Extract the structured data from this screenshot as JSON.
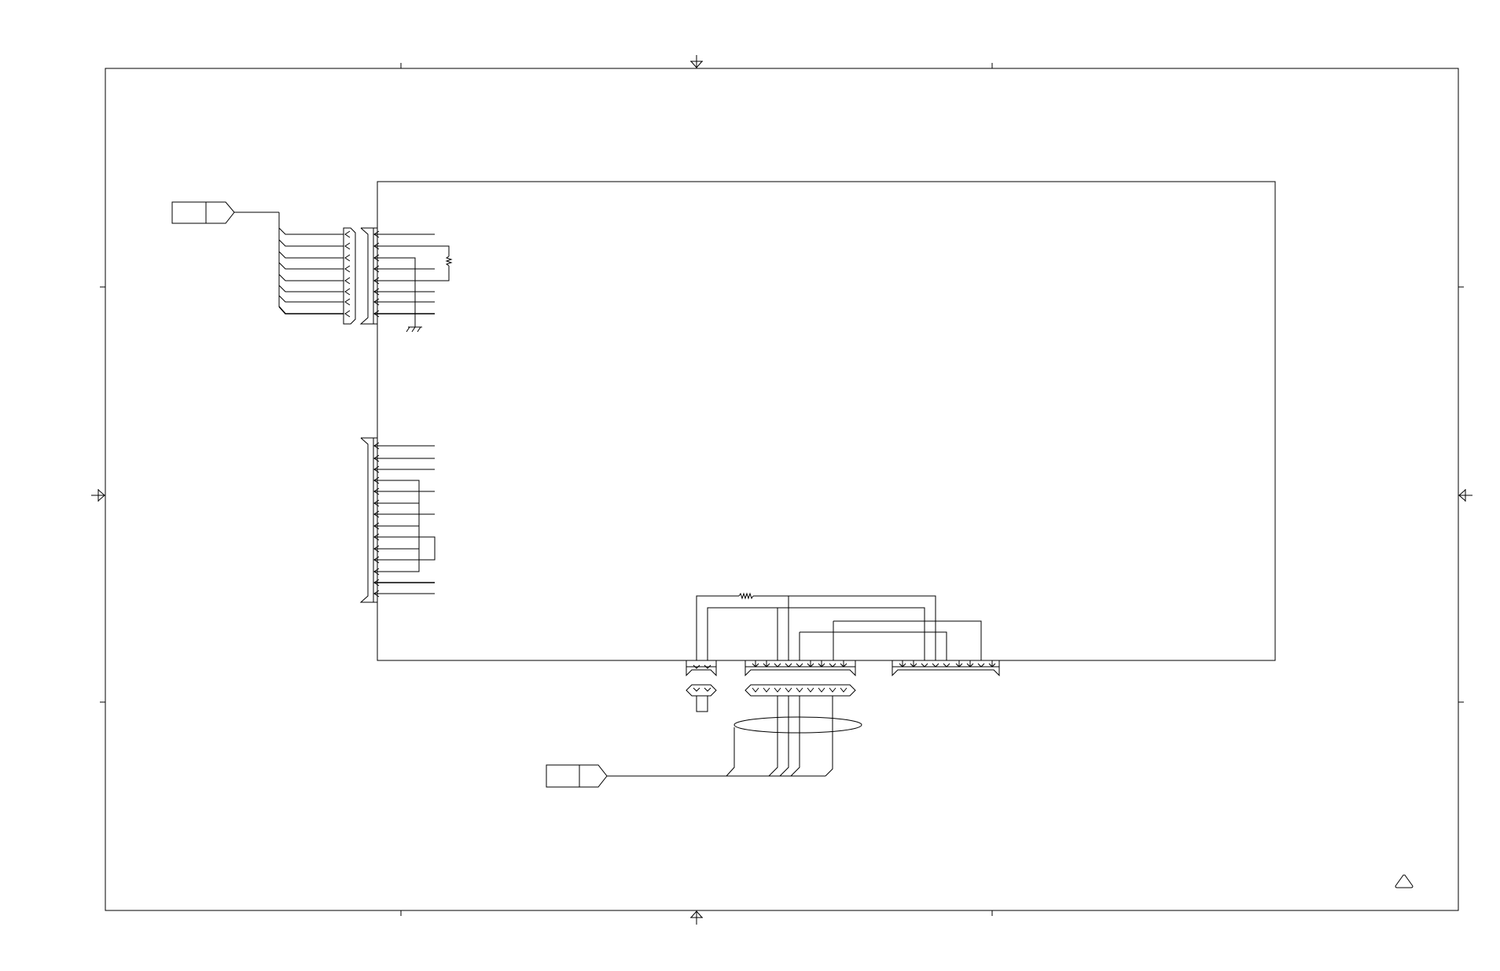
{
  "sheet": {
    "title": "",
    "line_color": "#000000",
    "background_color": "#ffffff"
  },
  "symbols": {
    "off_page_connectors": [
      "off-page-connector-top-left",
      "off-page-connector-bottom"
    ],
    "revision_marker": "triangle-icon",
    "ground": "chassis-ground-icon",
    "resistors": [
      "resistor-top",
      "resistor-bottom"
    ]
  },
  "connectors": {
    "left_top": {
      "pins": 8
    },
    "left_middle": {
      "pins": 14
    },
    "bottom_a": {
      "pins": 2
    },
    "bottom_b": {
      "pins": 9
    },
    "bottom_c": {
      "pins": 9
    }
  }
}
